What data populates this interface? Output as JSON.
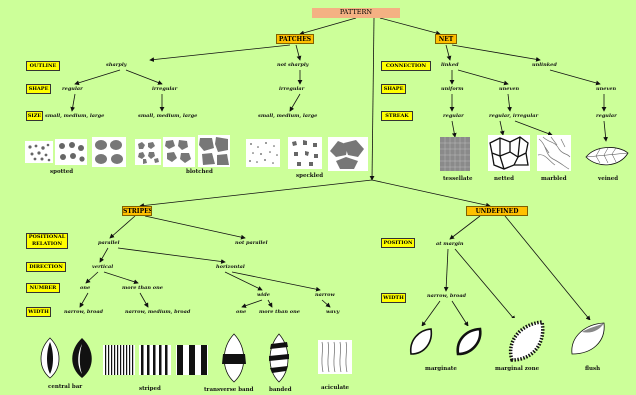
{
  "root": "PATTERN",
  "categories": {
    "patches": "PATCHES",
    "net": "NET",
    "stripes": "STRIPES",
    "undefined": "UNDEFINED"
  },
  "row_labels": {
    "outline": "OUTLINE",
    "shape_patches": "SHAPE",
    "size": "SIZE",
    "connection": "CONNECTION",
    "shape_net": "SHAPE",
    "streak": "STREAK",
    "positional_relation": "POSITIONAL RELATION",
    "direction": "DIRECTION",
    "number": "NUMBER",
    "width_stripes": "WIDTH",
    "position": "POSITION",
    "width_undefined": "WIDTH"
  },
  "nodes": {
    "sharply": "sharply",
    "not_sharply": "not sharply",
    "regular_a": "regular",
    "irregular_a": "irregular",
    "irregular_b": "irregular",
    "size_a": "small, medium, large",
    "size_b": "small, medium, large",
    "size_c": "small, medium, large",
    "linked": "linked",
    "unlinked": "unlinked",
    "uniform": "uniform",
    "uneven_a": "uneven",
    "uneven_b": "uneven",
    "regular_net": "regular",
    "reg_irreg": "regular, irregular",
    "regular_net2": "regular",
    "parallel": "parallel",
    "not_parallel": "not parallel",
    "vertical": "vertical",
    "horizontal": "horizontal",
    "one_a": "one",
    "more_than_one_a": "more than one",
    "wide": "wide",
    "narrow": "narrow",
    "one_b": "one",
    "more_than_one_b": "more than one",
    "narrow_broad_a": "narrow, broad",
    "narrow_medium_broad": "narrow, medium, broad",
    "wavy": "wavy",
    "at_margin": "at margin",
    "narrow_broad_b": "narrow, broad"
  },
  "captions": {
    "spotted": "spotted",
    "blotched": "blotched",
    "speckled": "speckled",
    "tessellate": "tessellate",
    "netted": "netted",
    "marbled": "marbled",
    "veined": "veined",
    "central_bar": "central bar",
    "striped": "striped",
    "transverse_band": "transverse band",
    "banded": "banded",
    "aciculate": "aciculate",
    "marginate": "marginate",
    "marginal_zone": "marginal zone",
    "flush": "flush"
  },
  "colors": {
    "background": "#ccff99",
    "root_fill": "#f4b183",
    "category_fill": "#ffc000",
    "label_fill": "#ffff00",
    "ink": "#111111"
  }
}
